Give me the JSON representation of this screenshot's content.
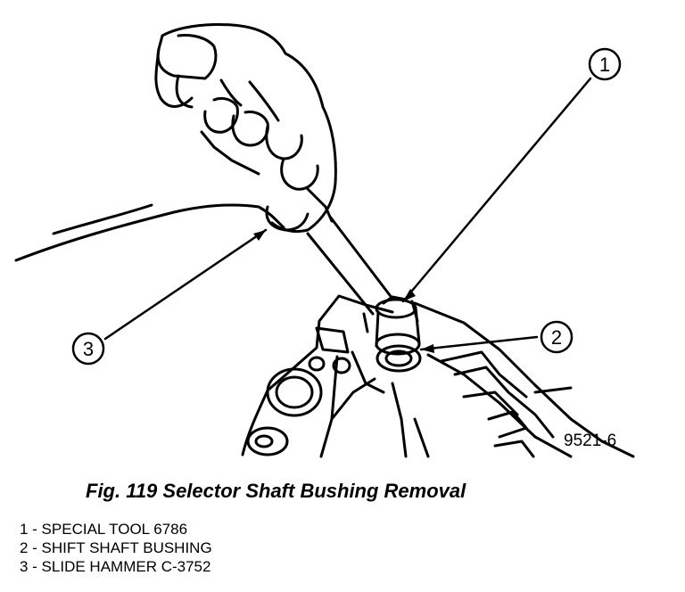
{
  "figure": {
    "callouts": [
      "1",
      "2",
      "3"
    ],
    "figure_id": "9521-6"
  },
  "caption": "Fig. 119 Selector Shaft Bushing Removal",
  "legend": [
    "1 - SPECIAL TOOL 6786",
    "2 - SHIFT SHAFT BUSHING",
    "3 - SLIDE HAMMER C-3752"
  ]
}
